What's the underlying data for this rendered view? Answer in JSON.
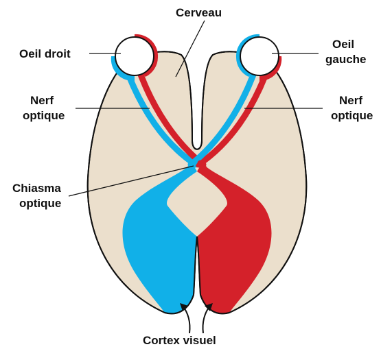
{
  "labels": {
    "cerveau": "Cerveau",
    "oeil_droit": "Oeil droit",
    "oeil_gauche_line1": "Oeil",
    "oeil_gauche_line2": "gauche",
    "nerf_left_line1": "Nerf",
    "nerf_left_line2": "optique",
    "nerf_right_line1": "Nerf",
    "nerf_right_line2": "optique",
    "chiasma_line1": "Chiasma",
    "chiasma_line2": "optique",
    "cortex": "Cortex visuel"
  },
  "colors": {
    "brain": "#ebdfcc",
    "outline": "#111111",
    "left_pathway": "#11b0e8",
    "right_pathway": "#d4212a",
    "eye": "#ffffff",
    "text": "#111111"
  }
}
